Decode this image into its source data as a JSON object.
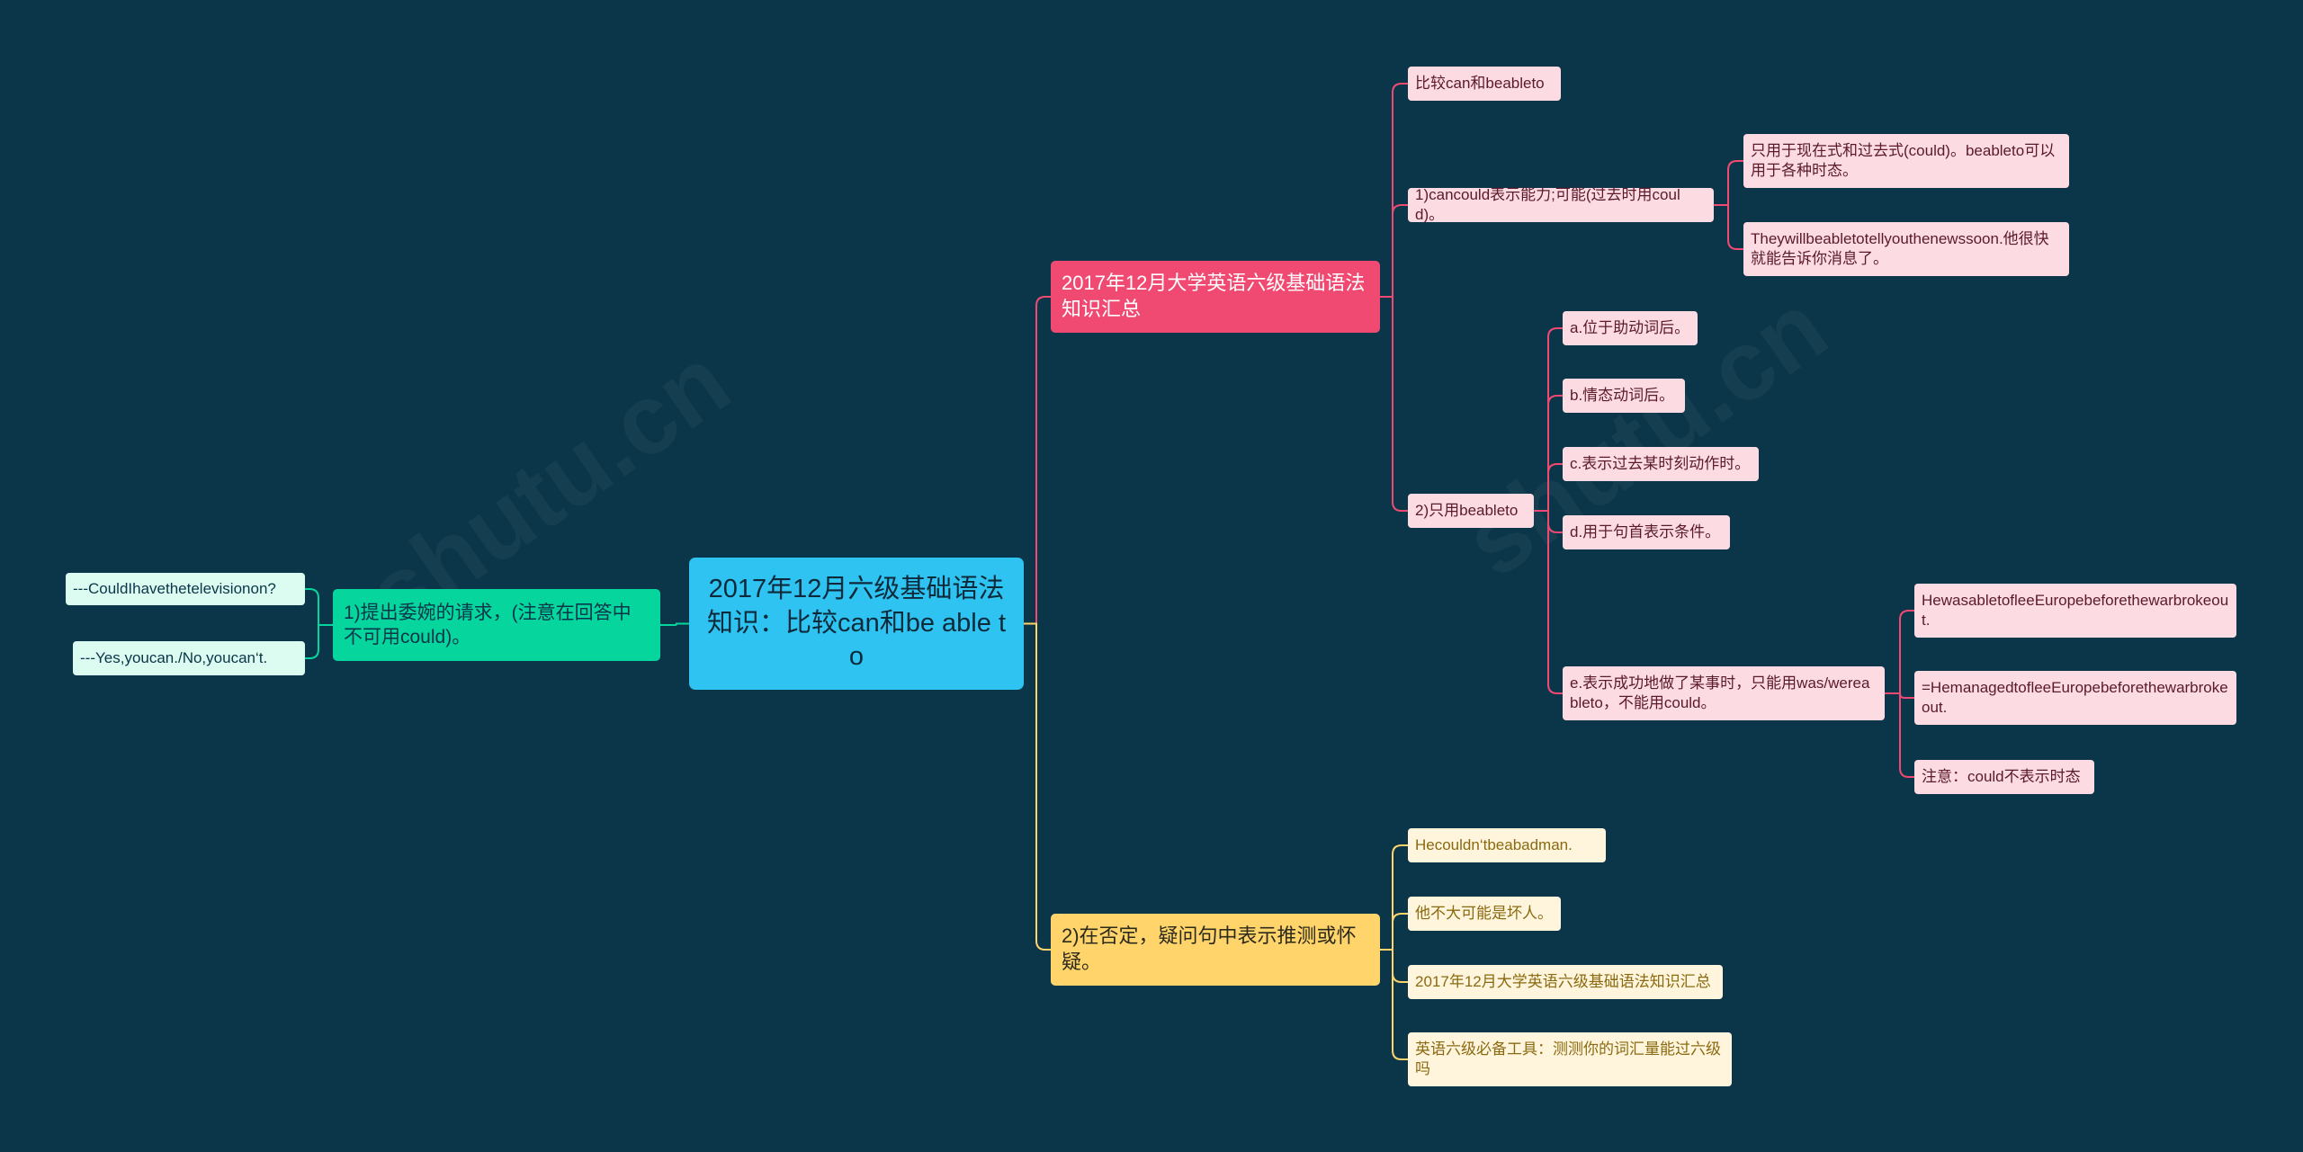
{
  "colors": {
    "background": "#0b3649",
    "root": "#2ec3f1",
    "red_branch": "#f04a72",
    "yellow_branch": "#ffd46b",
    "green_branch": "#06d69d",
    "pink_leaf": "#fddbe2",
    "cream_leaf": "#fff5dc",
    "mint_leaf": "#dcfbf1"
  },
  "root": {
    "label": "2017年12月六级基础语法知识：比较can和be able to"
  },
  "left_branch": {
    "label": "1)提出委婉的请求，(注意在回答中不可用could)。",
    "children": [
      {
        "label": "---CouldIhavethetelevisionon?"
      },
      {
        "label": "---Yes,youcan./No,youcan‘t."
      }
    ]
  },
  "red_branch": {
    "label": "2017年12月大学英语六级基础语法知识汇总",
    "children": [
      {
        "label": "比较can和beableto"
      },
      {
        "label": "1)cancould表示能力;可能(过去时用could)。",
        "children": [
          {
            "label": "只用于现在式和过去式(could)。beableto可以用于各种时态。"
          },
          {
            "label": "Theywillbeabletotellyouthenewssoon.他很快就能告诉你消息了。"
          }
        ]
      },
      {
        "label": "2)只用beableto",
        "children": [
          {
            "label": "a.位于助动词后。"
          },
          {
            "label": "b.情态动词后。"
          },
          {
            "label": "c.表示过去某时刻动作时。"
          },
          {
            "label": "d.用于句首表示条件。"
          },
          {
            "label": "e.表示成功地做了某事时，只能用was/wereableto，不能用could。",
            "children": [
              {
                "label": "HewasabletofleeEuropebeforethewarbrokeout."
              },
              {
                "label": "=HemanagedtofleeEuropebeforethewarbrokeout."
              },
              {
                "label": "注意：could不表示时态"
              }
            ]
          }
        ]
      }
    ]
  },
  "yellow_branch": {
    "label": "2)在否定，疑问句中表示推测或怀疑。",
    "children": [
      {
        "label": "Hecouldn‘tbeabadman."
      },
      {
        "label": "他不大可能是坏人。"
      },
      {
        "label": "2017年12月大学英语六级基础语法知识汇总"
      },
      {
        "label": "英语六级必备工具：测测你的词汇量能过六级吗"
      }
    ]
  }
}
